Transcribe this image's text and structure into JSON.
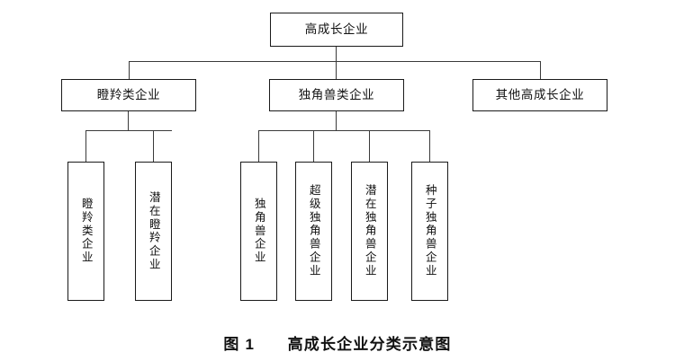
{
  "figure": {
    "caption_label": "图 1",
    "caption_separator": "　　",
    "caption_title": "高成长企业分类示意图",
    "caption_full": "图 1　　高成长企业分类示意图"
  },
  "colors": {
    "box_border": "#1a1a1a",
    "connector": "#3a3a3a",
    "background": "#ffffff",
    "text": "#111111"
  },
  "tree": {
    "root": {
      "id": "high-growth-enterprise",
      "label": "高成长企业",
      "orientation": "horizontal"
    },
    "level2": [
      {
        "id": "gazelle-type-enterprise",
        "label": "瞪羚类企业",
        "orientation": "horizontal"
      },
      {
        "id": "unicorn-type-enterprise",
        "label": "独角兽类企业",
        "orientation": "horizontal"
      },
      {
        "id": "other-high-growth-enterprise",
        "label": "其他高成长企业",
        "orientation": "horizontal"
      }
    ],
    "level3_gazelle": [
      {
        "id": "gazelle-enterprise",
        "label": "瞪羚类企业",
        "orientation": "vertical"
      },
      {
        "id": "potential-gazelle-enterprise",
        "label": "潜在瞪羚企业",
        "orientation": "vertical"
      }
    ],
    "level3_unicorn": [
      {
        "id": "unicorn-enterprise",
        "label": "独角兽企业",
        "orientation": "vertical"
      },
      {
        "id": "super-unicorn-enterprise",
        "label": "超级独角兽企业",
        "orientation": "vertical"
      },
      {
        "id": "potential-unicorn-enterprise",
        "label": "潜在独角兽企业",
        "orientation": "vertical"
      },
      {
        "id": "seed-unicorn-enterprise",
        "label": "种子独角兽企业",
        "orientation": "vertical"
      }
    ]
  }
}
